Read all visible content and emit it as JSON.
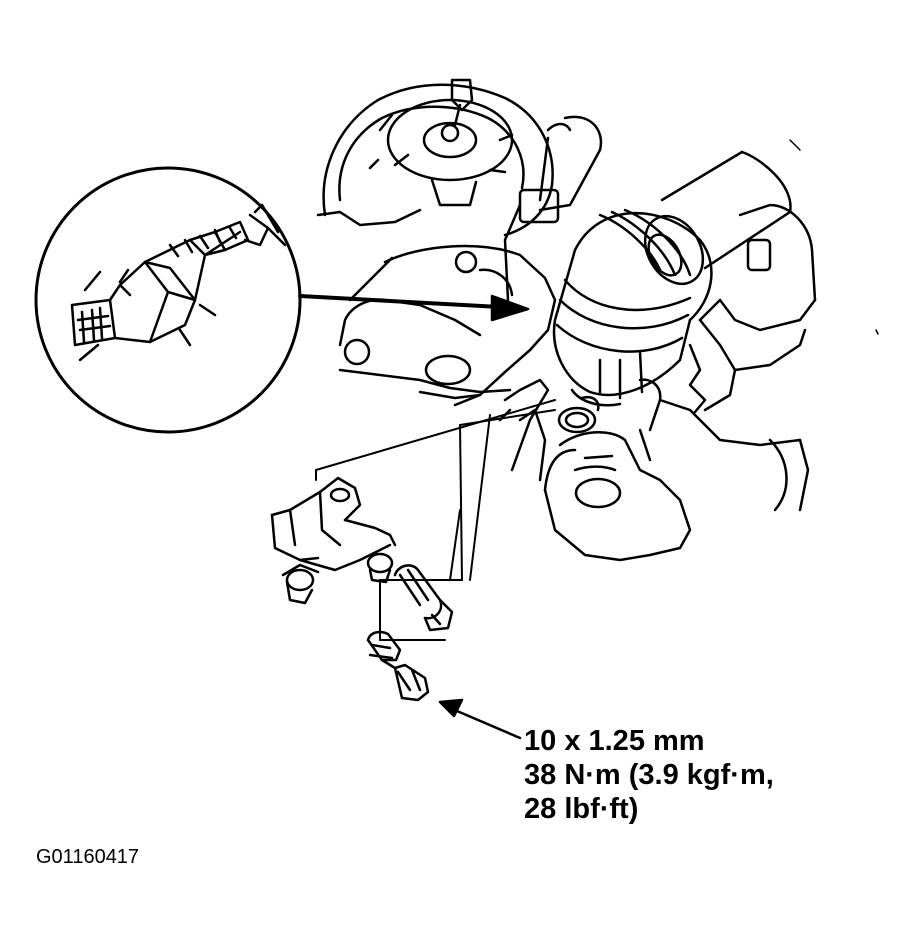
{
  "callout": {
    "size": "10 x 1.25 mm",
    "torque_line1": "38 N·m (3.9 kgf·m,",
    "torque_line2": "28 lbf·ft)"
  },
  "figure_code": "G01160417",
  "colors": {
    "ink": "#000000",
    "paper": "#ffffff"
  }
}
